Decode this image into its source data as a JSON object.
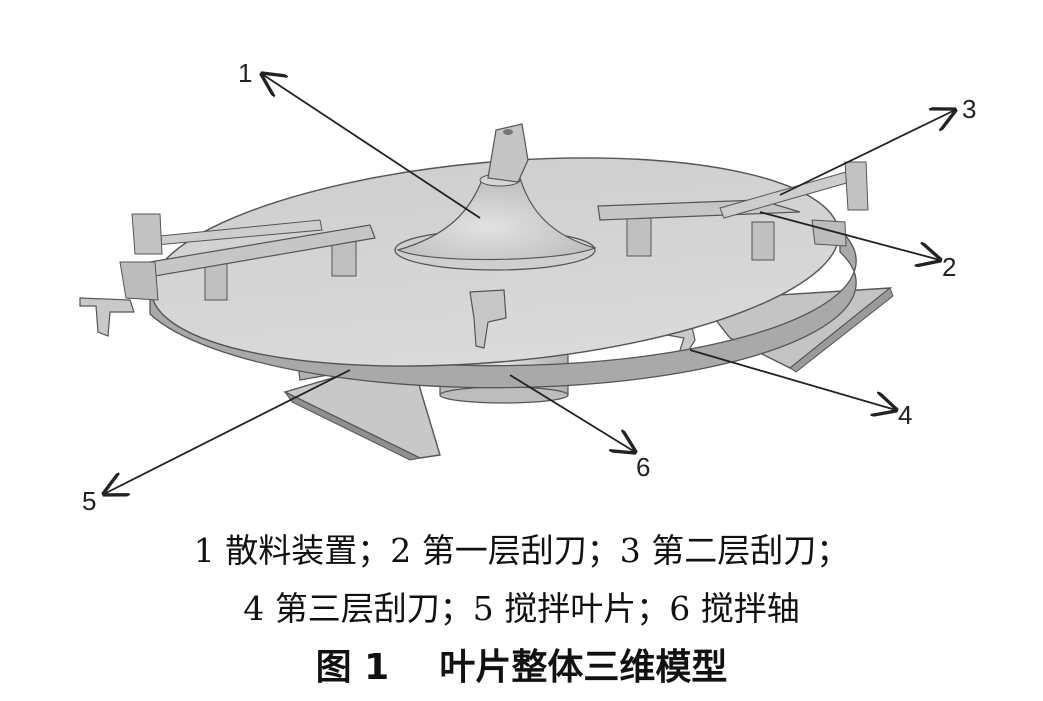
{
  "callouts": [
    "1",
    "2",
    "3",
    "4",
    "5",
    "6"
  ],
  "caption": {
    "legend_line1": "1 散料装置；2 第一层刮刀；3 第二层刮刀；",
    "legend_line2": "4 第三层刮刀；5 搅拌叶片；6 搅拌轴",
    "figure_title": "图 1    叶片整体三维模型"
  }
}
